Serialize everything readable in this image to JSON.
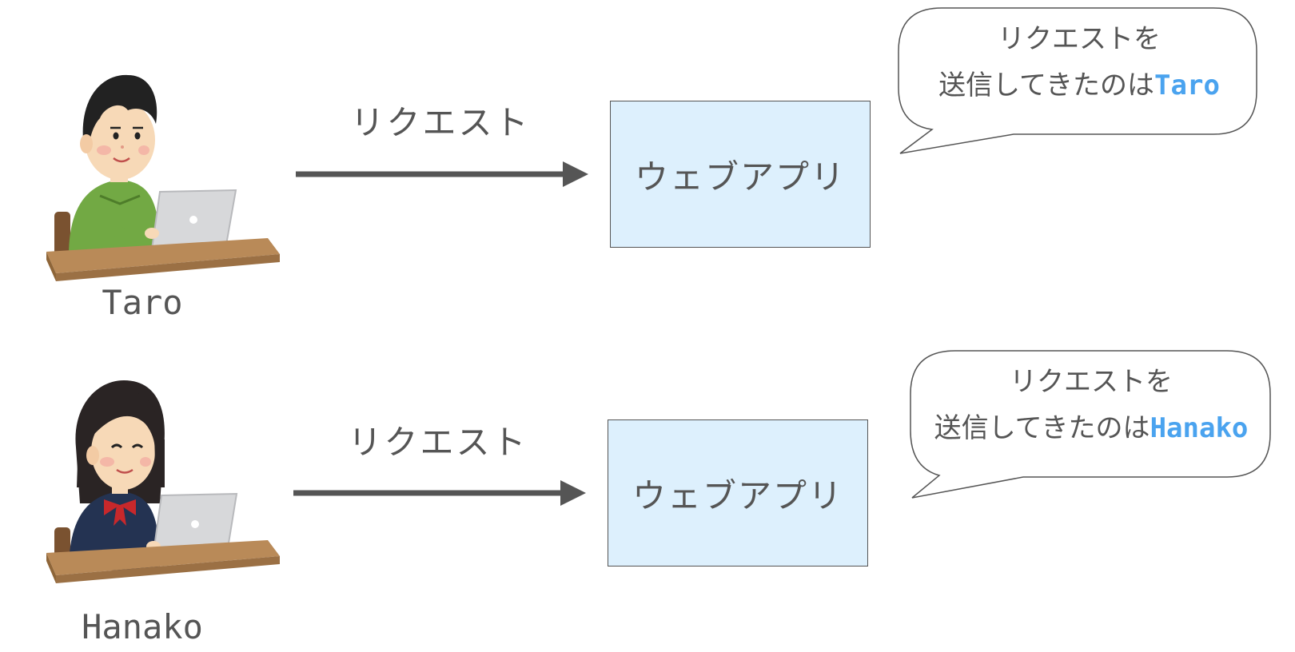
{
  "colors": {
    "text": "#555555",
    "arrow": "#555555",
    "app_box_fill": "#ddf0fd",
    "highlight": "#4aa3ef"
  },
  "rows": [
    {
      "person_name": "Taro",
      "person_icon": "boy-with-laptop-icon",
      "request_label": "リクエスト",
      "app_label": "ウェブアプリ",
      "bubble": {
        "line1": "リクエストを",
        "line2_prefix": "送信してきたのは",
        "sender": "Taro"
      }
    },
    {
      "person_name": "Hanako",
      "person_icon": "girl-with-laptop-icon",
      "request_label": "リクエスト",
      "app_label": "ウェブアプリ",
      "bubble": {
        "line1": "リクエストを",
        "line2_prefix": "送信してきたのは",
        "sender": "Hanako"
      }
    }
  ]
}
